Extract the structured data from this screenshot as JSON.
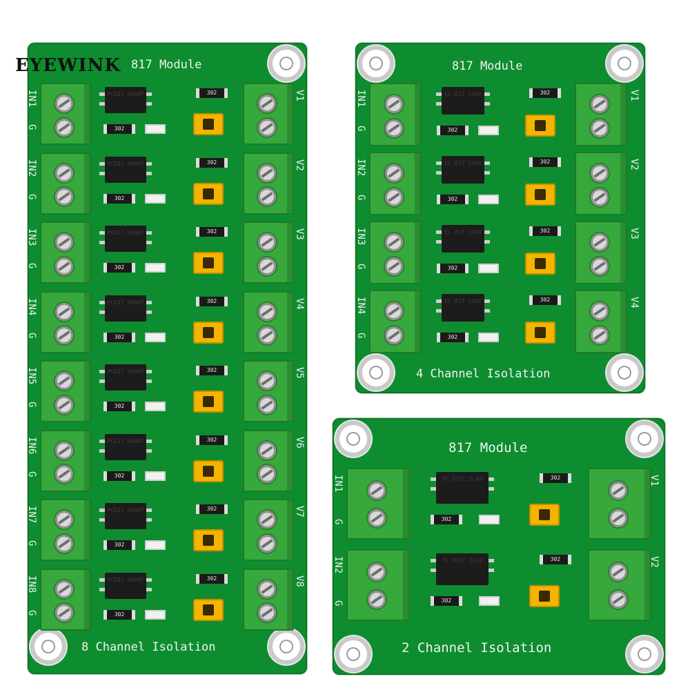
{
  "watermark": "EYEWINK",
  "boards": [
    {
      "id": "eight",
      "module_label": "817 Module",
      "bottom_label": "8 Channel Isolation",
      "channels": [
        {
          "in": "IN1",
          "g": "G",
          "v": "V1",
          "chip": "PC817 SHARP",
          "res": "302"
        },
        {
          "in": "IN2",
          "g": "G",
          "v": "V2",
          "chip": "PC817 SHARP",
          "res": "302"
        },
        {
          "in": "IN3",
          "g": "G",
          "v": "V3",
          "chip": "PC817 SHARP",
          "res": "302"
        },
        {
          "in": "IN4",
          "g": "G",
          "v": "V4",
          "chip": "PC817 SHARP",
          "res": "302"
        },
        {
          "in": "IN5",
          "g": "G",
          "v": "V5",
          "chip": "PC817 SHARP",
          "res": "302"
        },
        {
          "in": "IN6",
          "g": "G",
          "v": "V6",
          "chip": "PC817 SHARP",
          "res": "302"
        },
        {
          "in": "IN7",
          "g": "G",
          "v": "V7",
          "chip": "PC817 SHARP",
          "res": "302"
        },
        {
          "in": "IN8",
          "g": "G",
          "v": "V8",
          "chip": "PC817 SHARP",
          "res": "302"
        }
      ]
    },
    {
      "id": "four",
      "module_label": "817 Module",
      "bottom_label": "4 Channel Isolation",
      "channels": [
        {
          "in": "IN1",
          "g": "G",
          "v": "V1",
          "chip": "EL 817 C043",
          "res": "302"
        },
        {
          "in": "IN2",
          "g": "G",
          "v": "V2",
          "chip": "EL 817 C043",
          "res": "302"
        },
        {
          "in": "IN3",
          "g": "G",
          "v": "V3",
          "chip": "EL 817 C043",
          "res": "302"
        },
        {
          "in": "IN4",
          "g": "G",
          "v": "V4",
          "chip": "EL 817 C043",
          "res": "302"
        }
      ]
    },
    {
      "id": "two",
      "module_label": "817 Module",
      "bottom_label": "2 Channel Isolation",
      "channels": [
        {
          "in": "IN1",
          "g": "G",
          "v": "V1",
          "chip": "PC 817C 2L49",
          "res": "302"
        },
        {
          "in": "IN2",
          "g": "G",
          "v": "V2",
          "chip": "PC 817C 2L49",
          "res": "302"
        }
      ]
    }
  ]
}
